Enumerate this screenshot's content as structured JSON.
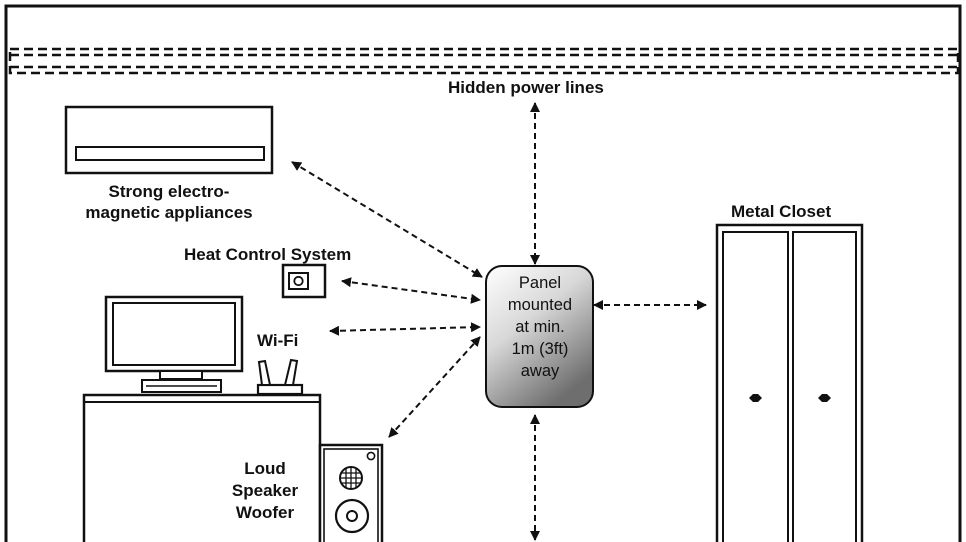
{
  "labels": {
    "power_lines": "Hidden power lines",
    "appliances_line1": "Strong electro-",
    "appliances_line2": "magnetic appliances",
    "heat_control": "Heat Control System",
    "wifi": "Wi-Fi",
    "metal_closet": "Metal Closet",
    "speaker_line1": "Loud",
    "speaker_line2": "Speaker",
    "speaker_line3": "Woofer"
  },
  "panel": {
    "line1": "Panel",
    "line2": "mounted",
    "line3": "at min.",
    "line4": "1m (3ft)",
    "line5": "away"
  },
  "colors": {
    "stroke": "#111111",
    "panel_gradient_light": "#ffffff",
    "panel_gradient_dark": "#6e6e6e"
  }
}
